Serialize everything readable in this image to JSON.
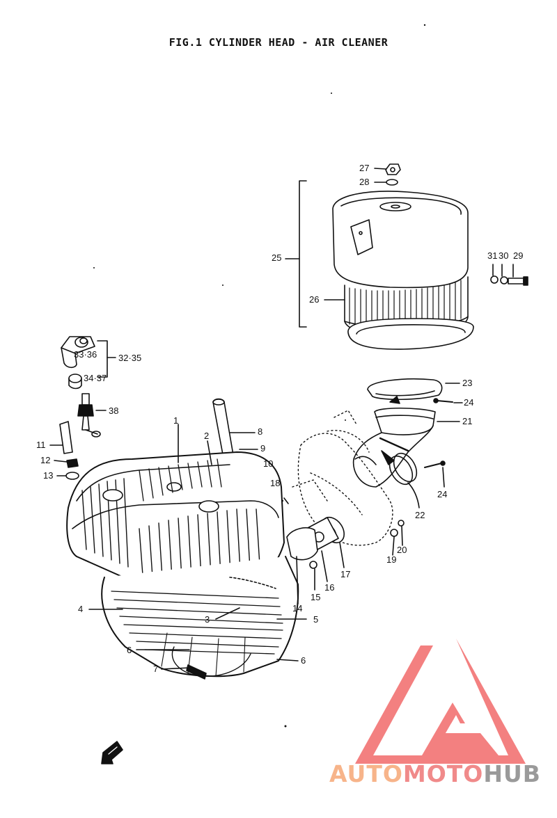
{
  "title": "FIG.1  CYLINDER HEAD - AIR CLEANER",
  "labels": {
    "l1": "1",
    "l2": "2",
    "l3": "3",
    "l4": "4",
    "l5": "5",
    "l6a": "6",
    "l6b": "6",
    "l7": "7",
    "l8": "8",
    "l9": "9",
    "l10": "10",
    "l11": "11",
    "l12": "12",
    "l13": "13",
    "l14": "14",
    "l15": "15",
    "l16": "16",
    "l17": "17",
    "l18": "18",
    "l19": "19",
    "l20": "20",
    "l21": "21",
    "l22": "22",
    "l23": "23",
    "l24a": "24",
    "l24b": "24",
    "l25": "25",
    "l26": "26",
    "l27": "27",
    "l28": "28",
    "l29": "29",
    "l30": "30",
    "l31": "31",
    "l3336": "33·36",
    "l3235": "32·35",
    "l3437": "34·37",
    "l38": "38"
  },
  "brand": {
    "part1": "AUTO",
    "part2": "MOTO",
    "part3": "HUB"
  },
  "colors": {
    "ink": "#111111",
    "logo_red": "#f26b6b",
    "logo_orange": "#f7b48a",
    "logo_gray": "#9a9a9a"
  },
  "icons": [
    "front-arrow-icon",
    "automotohub-logo-icon"
  ]
}
